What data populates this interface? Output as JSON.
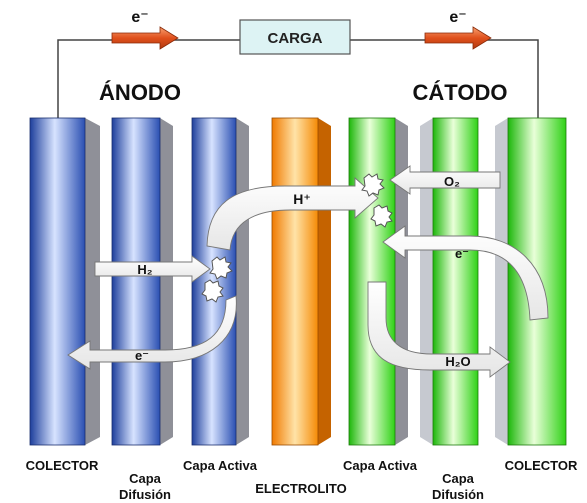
{
  "electron_left": "e⁻",
  "electron_right": "e⁻",
  "load_label": "CARGA",
  "anode_heading": "ÁNODO",
  "cathode_heading": "CÁTODO",
  "flows": {
    "h2": "H₂",
    "proton": "H⁺",
    "electron_anode": "e⁻",
    "o2": "O₂",
    "electron_cathode": "e⁻",
    "h2o": "H₂O"
  },
  "labels": {
    "collector_left": "COLECTOR",
    "diffusion_left_1": "Capa",
    "diffusion_left_2": "Difusión",
    "active_left": "Capa Activa",
    "electrolyte": "ELECTROLITO",
    "active_right": "Capa Activa",
    "diffusion_right_1": "Capa",
    "diffusion_right_2": "Difusión",
    "collector_right": "COLECTOR"
  },
  "colors": {
    "anode_blue": "#3f6fcf",
    "electrolyte_orange": "#ff9a10",
    "cathode_green": "#3ee81a",
    "electron_arrow_red": "#e0501c",
    "load_box_fill": "#ddf3f4"
  }
}
